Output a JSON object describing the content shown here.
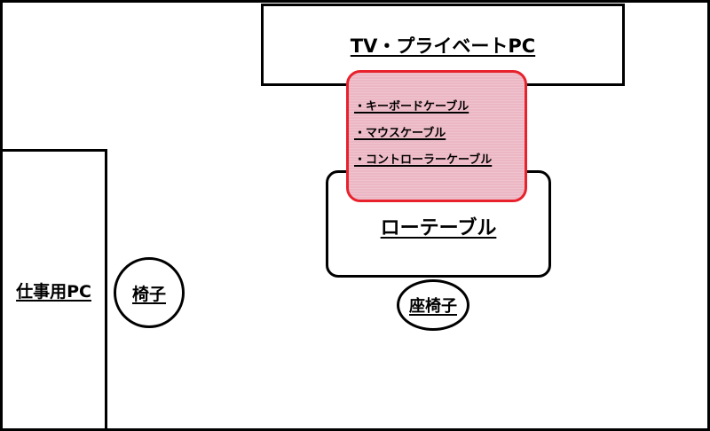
{
  "colors": {
    "background": "#ffffff",
    "outline": "#000000",
    "highlight_border": "#e8222c",
    "highlight_fill": "#ecb7c4"
  },
  "furniture": {
    "tv_private_pc": "TV・プライベートPC",
    "work_pc": "仕事用PC",
    "chair": "椅子",
    "low_table": "ローテーブル",
    "floor_chair": "座椅子"
  },
  "cables": {
    "items": [
      "・キーボードケーブル",
      "・マウスケーブル",
      "・コントローラーケーブル"
    ]
  }
}
